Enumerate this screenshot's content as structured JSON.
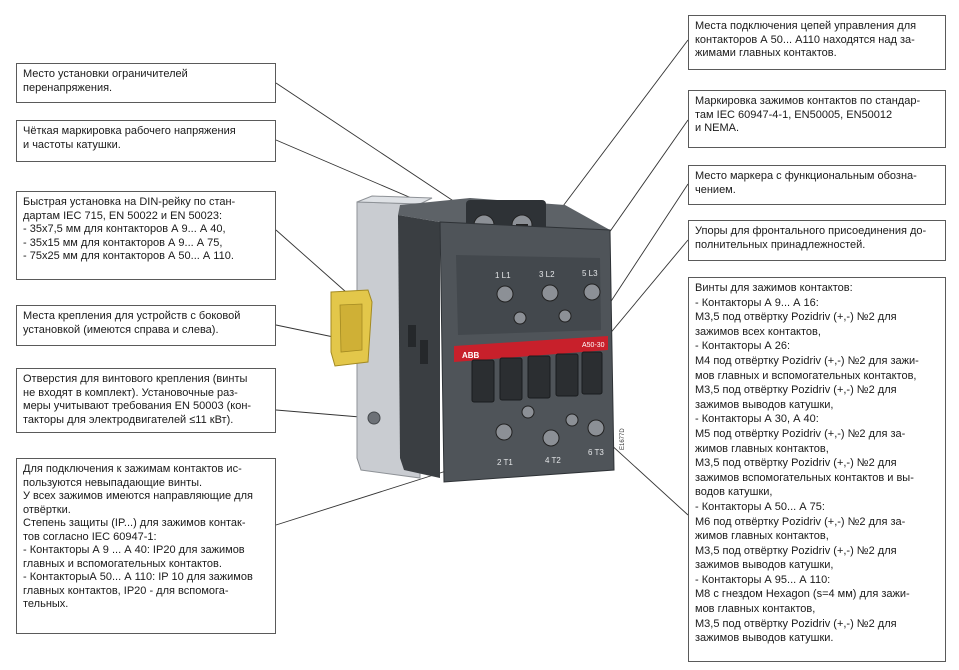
{
  "device": {
    "terminal_labels_top": [
      "1 L1",
      "3 L2",
      "5 L3"
    ],
    "terminal_labels_bottom": [
      "2 T1",
      "4 T2",
      "6 T3"
    ],
    "brand_label": "ABB",
    "model_label": "A50-30",
    "side_code": "E1677D",
    "colors": {
      "housing": "#4f5459",
      "housing_dark": "#3a3e42",
      "rail_plate": "#c9ccd1",
      "din_clip": "#e3c74a",
      "label_strip": "#c8202b",
      "terminal": "#8c9096"
    }
  },
  "callouts": [
    {
      "id": "surge",
      "lines": [
        "Место установки ограничителей",
        "перенапряжения."
      ]
    },
    {
      "id": "marking",
      "lines": [
        "Чёткая маркировка рабочего напряжения",
        "и частоты катушки."
      ]
    },
    {
      "id": "din",
      "lines": [
        "Быстрая установка на DIN-рейку по стан-",
        "дартам IEC 715, EN 50022 и EN 50023:",
        "- 35x7,5 мм для контакторов А 9... А 40,",
        "- 35x15 мм для контакторов А 9... А 75,",
        "- 75x25 мм для контакторов А 50... А 110."
      ]
    },
    {
      "id": "side",
      "lines": [
        "Места крепления для устройств с боковой",
        "установкой (имеются справа и слева)."
      ]
    },
    {
      "id": "holes",
      "lines": [
        "Отверстия для винтового крепления (винты",
        "не входят в комплект). Установочные раз-",
        "меры учитывают требования EN 50003 (кон-",
        "такторы для электродвигателей ≤11 кВт)."
      ]
    },
    {
      "id": "screws",
      "lines": [
        "Для подключения к зажимам контактов ис-",
        "пользуются невыпадающие винты.",
        "У всех зажимов имеются направляющие для",
        "отвёртки.",
        "Степень защиты (IP...) для зажимов контак-",
        "тов согласно IEC 60947-1:",
        "- Контакторы А 9 ... А 40: IP20 для зажимов",
        "  главных и вспомогательных контактов.",
        "- КонтакторыА 50... А 110: IP 10 для зажимов",
        "  главных контактов, IP20 - для вспомога-",
        "  тельных."
      ]
    },
    {
      "id": "control",
      "lines": [
        "Места подключения цепей управления для",
        "контакторов А 50... А110 находятся над за-",
        "жимами главных контактов."
      ]
    },
    {
      "id": "terminal-marking",
      "lines": [
        "Маркировка зажимов контактов по стандар-",
        "там IEC 60947-4-1, EN50005, EN50012",
        "и NEMA."
      ]
    },
    {
      "id": "marker",
      "lines": [
        "Место маркера с функциональным обозна-",
        "чением."
      ]
    },
    {
      "id": "front",
      "lines": [
        "Упоры для фронтального присоединения до-",
        "полнительных принадлежностей."
      ]
    },
    {
      "id": "terminal-screws",
      "lines": [
        "Винты для зажимов контактов:",
        "- Контакторы А 9... А 16:",
        "   М3,5 под отвёртку Pozidriv (+,-) №2 для",
        "   зажимов всех контактов,",
        "- Контакторы А 26:",
        "   М4 под отвёртку Pozidriv (+,-) №2 для зажи-",
        "   мов главных и вспомогательных контактов,",
        "   М3,5 под отвёртку Pozidriv (+,-) №2 для",
        "   зажимов выводов катушки,",
        "- Контакторы А 30, А 40:",
        "   М5 под отвёртку Pozidriv (+,-) №2 для за-",
        "   жимов главных контактов,",
        "   М3,5 под отвёртку Pozidriv (+,-) №2 для",
        "   зажимов вспомогательных контактов и вы-",
        "   водов катушки,",
        "- Контакторы А 50... А 75:",
        "   М6 под отвёртку Pozidriv (+,-) №2 для за-",
        "   жимов главных контактов,",
        "   М3,5 под отвёртку Pozidriv (+,-) №2 для",
        "   зажимов выводов катушки,",
        "- Контакторы А 95... А 110:",
        "   М8 с гнездом Hexagon (s=4 мм) для зажи-",
        "   мов главных контактов,",
        "   М3,5 под отвёртку Pozidriv (+,-) №2 для",
        "   зажимов выводов катушки."
      ]
    }
  ]
}
